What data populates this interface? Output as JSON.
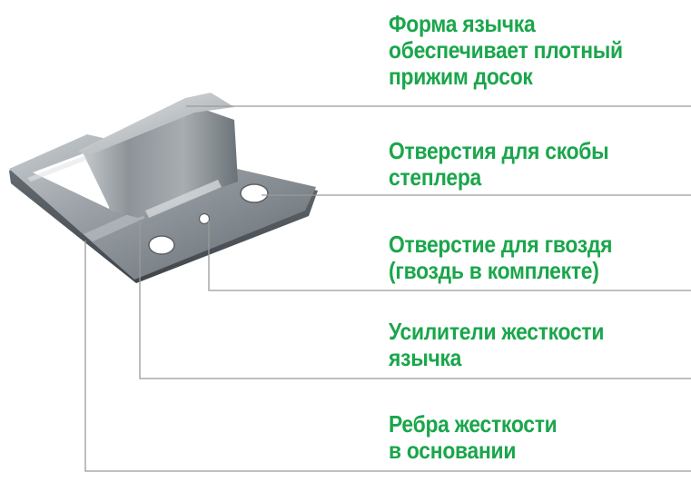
{
  "colors": {
    "label_text": "#1aa64b",
    "leader_line": "#9a9a9a",
    "background": "#ffffff",
    "metal": "#8e9499"
  },
  "image": {
    "subject": "metal-clip"
  },
  "callouts": [
    {
      "lines": [
        "Форма язычка",
        "обеспечивает плотный",
        "прижим досок"
      ]
    },
    {
      "lines": [
        "Отверстия для скобы",
        "степлера"
      ]
    },
    {
      "lines": [
        "Отверстие для гвоздя",
        "(гвоздь в комплекте)"
      ]
    },
    {
      "lines": [
        "Усилители жесткости",
        "язычка"
      ]
    },
    {
      "lines": [
        "Ребра жесткости",
        "в основании"
      ]
    }
  ]
}
